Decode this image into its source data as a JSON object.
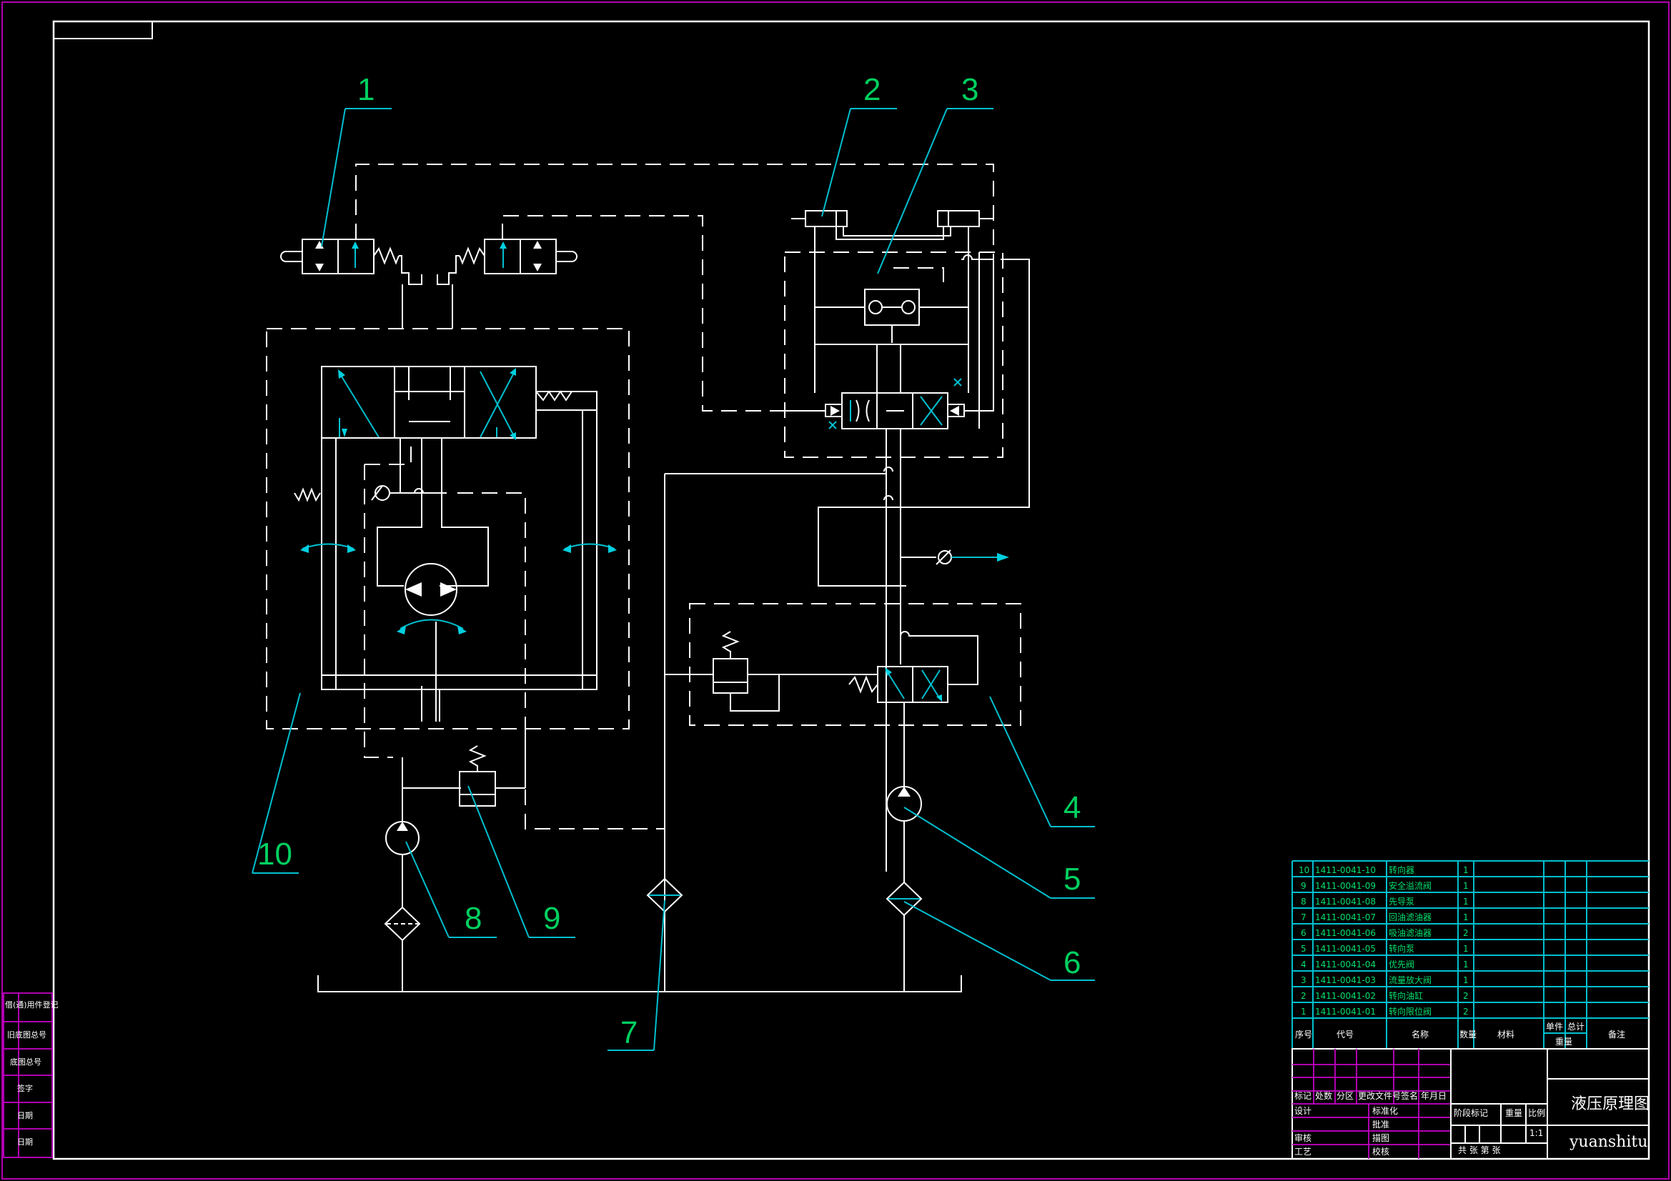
{
  "drawing_title": "液压原理图",
  "watermark": "yuanshitu",
  "balloons": [
    "1",
    "2",
    "3",
    "4",
    "5",
    "6",
    "7",
    "8",
    "9",
    "10"
  ],
  "parts": [
    {
      "no": "10",
      "code": "1411-0041-10",
      "name": "转向器",
      "qty": "1"
    },
    {
      "no": "9",
      "code": "1411-0041-09",
      "name": "安全溢流阀",
      "qty": "1"
    },
    {
      "no": "8",
      "code": "1411-0041-08",
      "name": "先导泵",
      "qty": "1"
    },
    {
      "no": "7",
      "code": "1411-0041-07",
      "name": "回油滤油器",
      "qty": "1"
    },
    {
      "no": "6",
      "code": "1411-0041-06",
      "name": "吸油滤油器",
      "qty": "2"
    },
    {
      "no": "5",
      "code": "1411-0041-05",
      "name": "转向泵",
      "qty": "1"
    },
    {
      "no": "4",
      "code": "1411-0041-04",
      "name": "优先阀",
      "qty": "1"
    },
    {
      "no": "3",
      "code": "1411-0041-03",
      "name": "流量放大阀",
      "qty": "1"
    },
    {
      "no": "2",
      "code": "1411-0041-02",
      "name": "转向油缸",
      "qty": "2"
    },
    {
      "no": "1",
      "code": "1411-0041-01",
      "name": "转向限位阀",
      "qty": "2"
    }
  ],
  "table_header": {
    "no": "序号",
    "code": "代号",
    "name": "名称",
    "qty": "数量",
    "material": "材料",
    "single": "单件",
    "total": "总计",
    "weight": "重量",
    "remark": "备注"
  },
  "revision_header": [
    "标记",
    "处数",
    "分区",
    "更改文件号",
    "签名",
    "年月日"
  ],
  "roles": [
    "设计",
    "审核",
    "工艺"
  ],
  "roles2": [
    "标准化",
    "批准",
    "描图",
    "校核"
  ],
  "stage_labels": [
    "阶段标记",
    "重量",
    "比例"
  ],
  "scale": "1:1",
  "sheet_label": "共 张 第 张",
  "side_labels": [
    "借(通)用件登记",
    "旧底图总号",
    "底图总号",
    "签字",
    "日期",
    "日期"
  ]
}
